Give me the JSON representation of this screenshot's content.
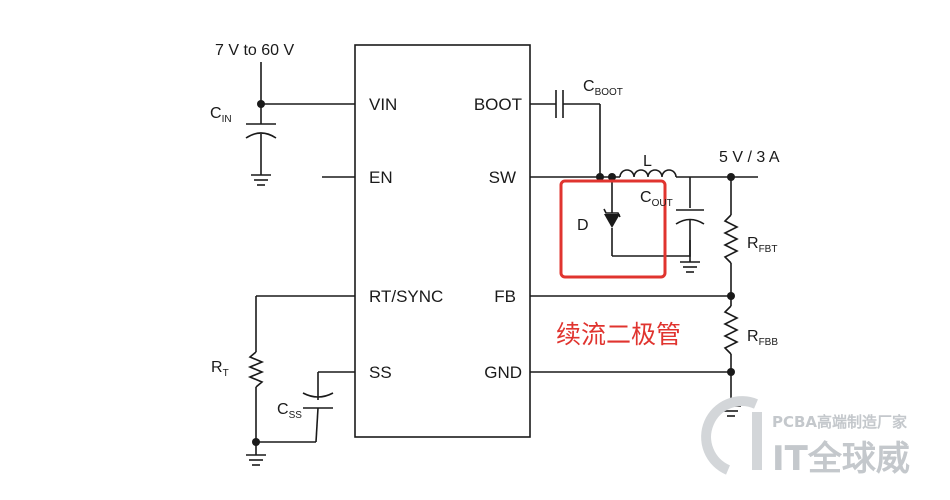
{
  "supply": {
    "input_label": "7 V to 60 V",
    "output_label": "5 V / 3 A"
  },
  "pins": {
    "left": [
      "VIN",
      "EN",
      "RT/SYNC",
      "SS"
    ],
    "right": [
      "BOOT",
      "SW",
      "FB",
      "GND"
    ]
  },
  "components": {
    "cin": {
      "main": "C",
      "sub": "IN"
    },
    "cboot": {
      "main": "C",
      "sub": "BOOT"
    },
    "inductor": "L",
    "cout": {
      "main": "C",
      "sub": "OUT"
    },
    "diode": "D",
    "rfbt": {
      "main": "R",
      "sub": "FBT"
    },
    "rfbb": {
      "main": "R",
      "sub": "FBB"
    },
    "rt": {
      "main": "R",
      "sub": "T"
    },
    "css": {
      "main": "C",
      "sub": "SS"
    }
  },
  "annotation": {
    "text": "续流二极管",
    "color": "#e0342f"
  },
  "watermark": {
    "line1": "PCBA高端制造厂家",
    "line2": "IT全球威"
  }
}
